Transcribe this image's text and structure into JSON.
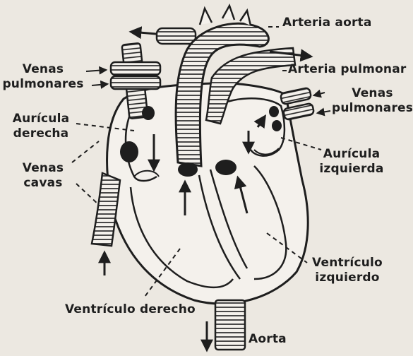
{
  "labels": {
    "arteria_aorta": "Arteria aorta",
    "arteria_pulmonar": "Arteria pulmonar",
    "venas_pulmonares_left": [
      "Venas",
      "pulmonares"
    ],
    "venas_pulmonares_right": [
      "Venas",
      "pulmonares"
    ],
    "auricula_derecha": [
      "Aurícula",
      "derecha"
    ],
    "venas_cavas": [
      "Venas",
      "cavas"
    ],
    "auricula_izquierda": [
      "Aurícula",
      "izquierda"
    ],
    "ventriculo_izquierdo": [
      "Ventrículo",
      "izquierdo"
    ],
    "ventriculo_derecho": "Ventrículo derecho",
    "aorta": "Aorta"
  },
  "colors": {
    "paper": "#ece8e1",
    "ink": "#1e1e1e",
    "fill": "#f4f1ec"
  }
}
